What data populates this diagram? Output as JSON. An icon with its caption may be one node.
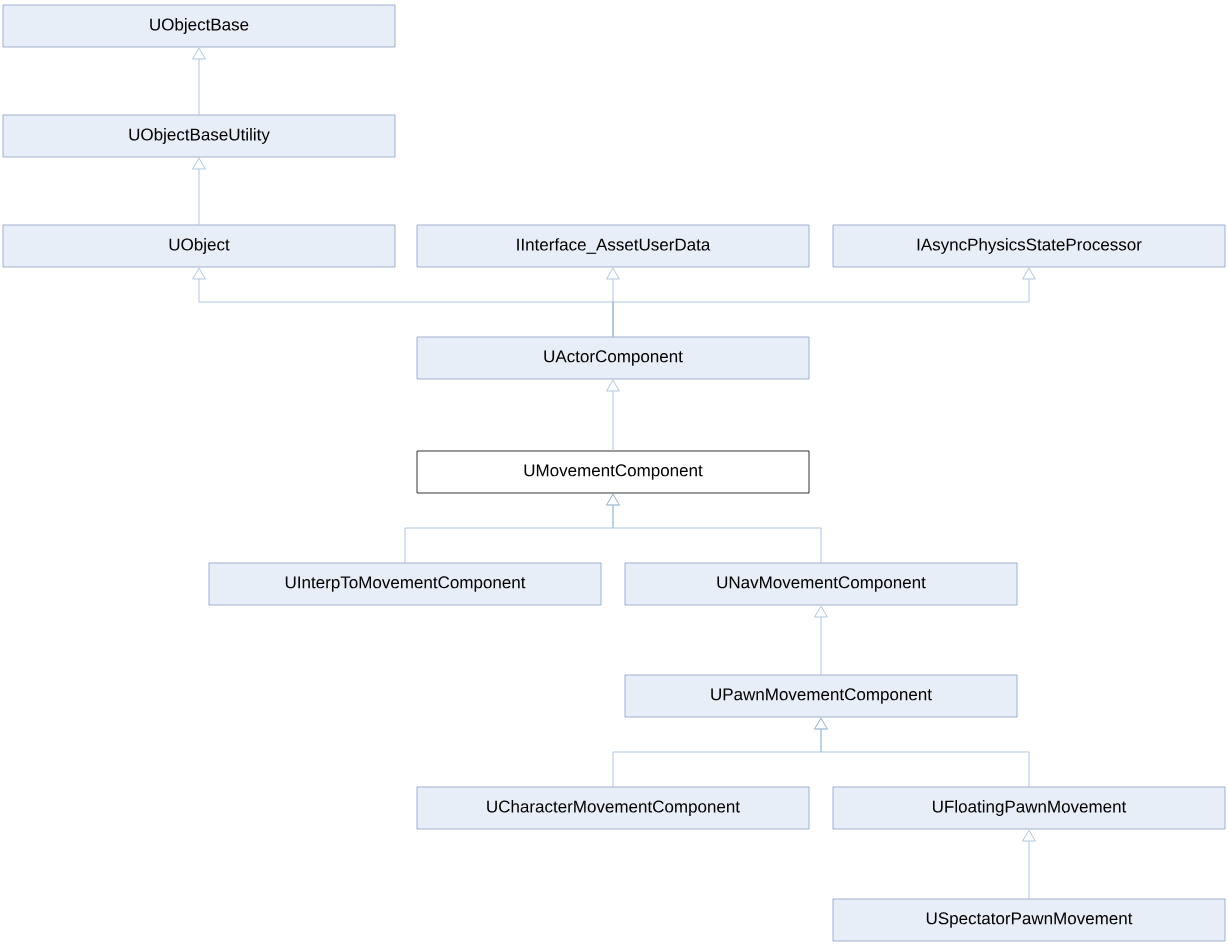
{
  "diagram": {
    "nodes": [
      {
        "text": [
          "UObjectBase"
        ]
      },
      {
        "text": [
          "UObjectBaseUtility"
        ]
      },
      {
        "text": [
          "UObject"
        ]
      },
      {
        "text": [
          "IInterface_AssetUserData"
        ]
      },
      {
        "text": [
          "IAsyncPhysicsStateProcessor"
        ]
      },
      {
        "text": [
          "UActorComponent"
        ]
      },
      {
        "text": [
          "UMovementComponent"
        ]
      },
      {
        "text": [
          "UInterpToMovementComponent"
        ]
      },
      {
        "text": [
          "UNavMovementComponent"
        ]
      },
      {
        "text": [
          "UPawnMovementComponent"
        ]
      },
      {
        "text": [
          "UCharacterMovementComponent"
        ]
      },
      {
        "text": [
          "UFloatingPawnMovement"
        ]
      },
      {
        "text": [
          "USpectatorPawnMovement"
        ]
      }
    ],
    "edges": [
      {
        "from": 1,
        "to": 0,
        "arrow": "to"
      },
      {
        "from": 2,
        "to": 1,
        "arrow": "to"
      },
      {
        "from": 5,
        "to": 2,
        "arrow": "to"
      },
      {
        "from": 5,
        "to": 3,
        "arrow": "to"
      },
      {
        "from": 5,
        "to": 4,
        "arrow": "to"
      },
      {
        "from": 6,
        "to": 5,
        "arrow": "to"
      },
      {
        "from": 7,
        "to": 6,
        "arrow": "to"
      },
      {
        "from": 8,
        "to": 6,
        "arrow": "to"
      },
      {
        "from": 9,
        "to": 8,
        "arrow": "to"
      },
      {
        "from": 10,
        "to": 9,
        "arrow": "to"
      },
      {
        "from": 11,
        "to": 9,
        "arrow": "to"
      },
      {
        "from": 12,
        "to": 11,
        "arrow": "to"
      }
    ]
  }
}
